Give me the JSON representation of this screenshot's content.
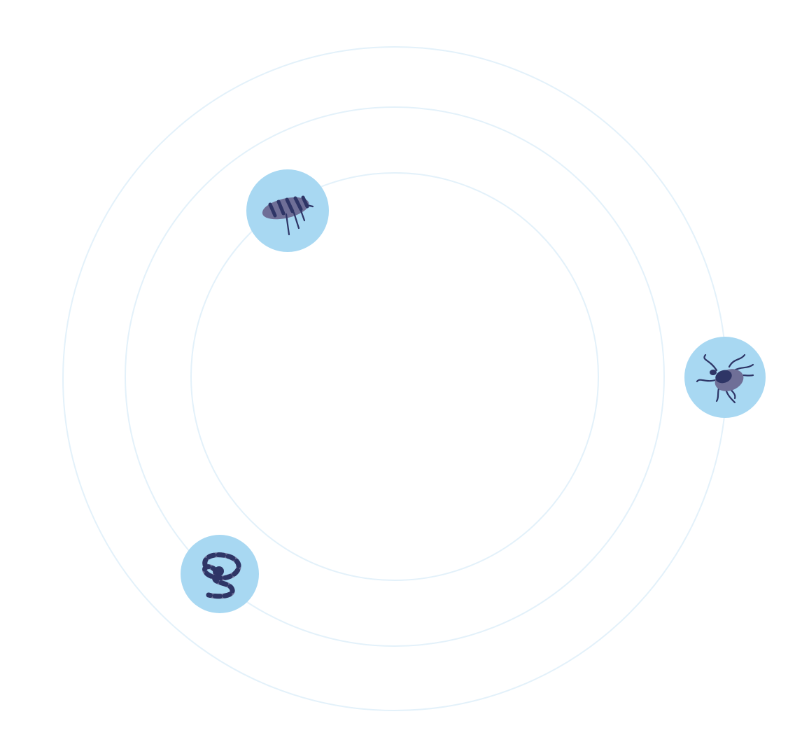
{
  "colors": {
    "orbit": "#e3f1fa",
    "badge": "#a8d8f2",
    "dark": "#2e3566",
    "mid": "#6f6f97"
  },
  "orbits": [
    {
      "name": "orbit-outer"
    },
    {
      "name": "orbit-middle"
    },
    {
      "name": "orbit-inner"
    }
  ],
  "badges": [
    {
      "name": "flea-badge",
      "icon": "flea-icon"
    },
    {
      "name": "tick-badge",
      "icon": "tick-icon"
    },
    {
      "name": "worm-badge",
      "icon": "worm-icon"
    }
  ]
}
